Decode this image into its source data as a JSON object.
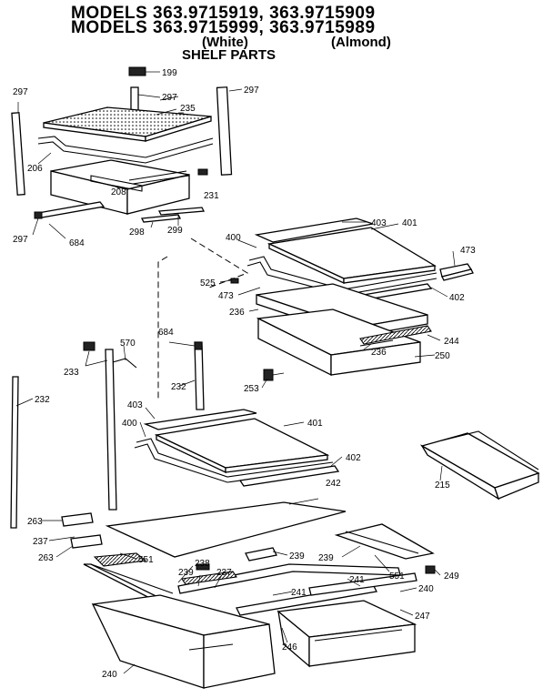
{
  "header": {
    "line1": "MODELS 363.9715919, 363.9715909",
    "line2": "MODELS 363.9715999, 363.9715989",
    "white": "(White)",
    "almond": "(Almond)",
    "subtitle": "SHELF PARTS"
  },
  "labels": {
    "l199": "199",
    "l297a": "297",
    "l297b": "297",
    "l297c": "297",
    "l297d": "297",
    "l235": "235",
    "l206": "206",
    "l208": "208",
    "l231": "231",
    "l684a": "684",
    "l298": "298",
    "l299": "299",
    "l400a": "400",
    "l403a": "403",
    "l401a": "401",
    "l473a": "473",
    "l525": "525",
    "l473b": "473",
    "l402a": "402",
    "l236a": "236",
    "l244": "244",
    "l236b": "236",
    "l250": "250",
    "l253": "253",
    "l570": "570",
    "l684b": "684",
    "l233": "233",
    "l232a": "232",
    "l232b": "232",
    "l403b": "403",
    "l401b": "401",
    "l400b": "400",
    "l402b": "402",
    "l215": "215",
    "l242": "242",
    "l263a": "263",
    "l237a": "237",
    "l263b": "263",
    "l551a": "551",
    "l238": "238",
    "l239a": "239",
    "l239b": "239",
    "l239c": "239",
    "l237b": "237",
    "l551b": "551",
    "l249": "249",
    "l241a": "241",
    "l241b": "241",
    "l240a": "240",
    "l247": "247",
    "l246": "246",
    "l240b": "240"
  }
}
